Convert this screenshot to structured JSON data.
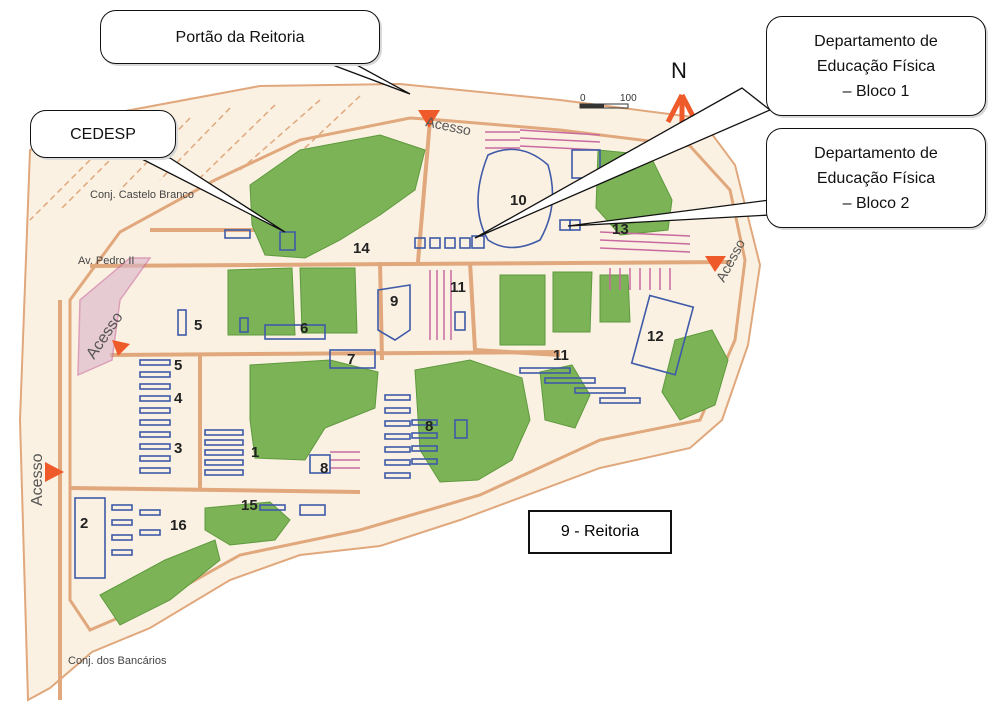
{
  "callouts": {
    "portao": "Portão da Reitoria",
    "cedesp": "CEDESP",
    "bloco1": [
      "Departamento de",
      "Educação Física",
      "– Bloco 1"
    ],
    "bloco2": [
      "Departamento de",
      "Educação Física",
      "– Bloco 2"
    ]
  },
  "legend_box": "9 - Reitoria",
  "compass": {
    "label": "N"
  },
  "scale": {
    "start": "0",
    "end": "100"
  },
  "street_labels": {
    "castelo_branco": "Conj. Castelo Branco",
    "pedro_ii": "Av. Pedro II",
    "bancarios": "Conj. dos Bancários"
  },
  "access_labels": {
    "top": "Acesso",
    "right": "Acesso",
    "left_upper": "Acesso",
    "left_lower": "Acesso"
  },
  "block_numbers": {
    "b1": "1",
    "b2": "2",
    "b3": "3",
    "b4": "4",
    "b5a": "5",
    "b5b": "5",
    "b6": "6",
    "b7": "7",
    "b8a": "8",
    "b8b": "8",
    "b9": "9",
    "b10": "10",
    "b11a": "11",
    "b11b": "11",
    "b12": "12",
    "b13": "13",
    "b14": "14",
    "b15": "15",
    "b16": "16"
  },
  "colors": {
    "campus_fill": "#fbf1e2",
    "road": "#e0a87c",
    "forest": "#7cb356",
    "building": "#3f5ba8",
    "parking": "#c86aa0",
    "access_arrow": "#ef5a2a"
  }
}
